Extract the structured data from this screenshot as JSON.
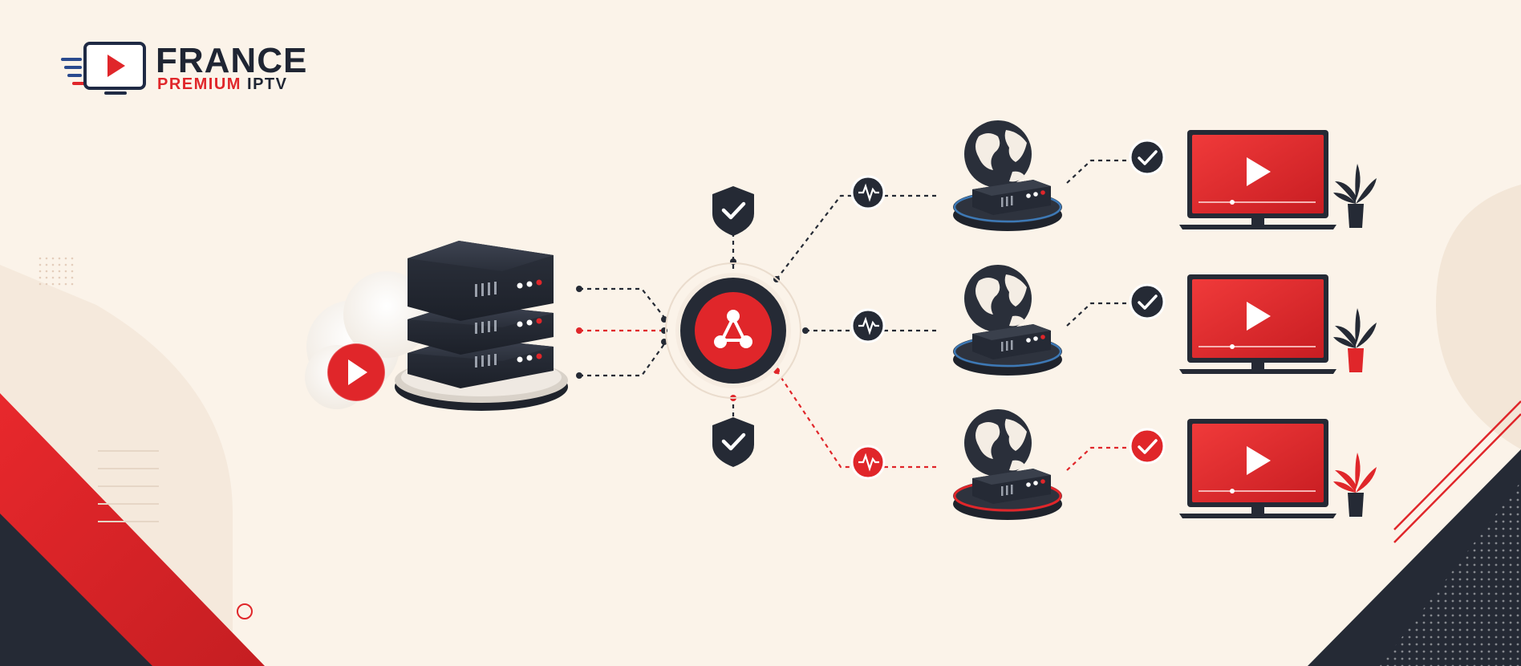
{
  "brand": {
    "name": "FRANCE",
    "tagline_red": "PREMIUM",
    "tagline_dark": "IPTV"
  },
  "colors": {
    "background": "#fbf3e9",
    "accent_red": "#e0262a",
    "dark": "#252a35",
    "status_blue": "#3d79b6"
  },
  "diagram": {
    "source": {
      "icon": "play-icon",
      "hardware": "server-stack-icon",
      "backdrop": "cloud-icon"
    },
    "hub": {
      "icon": "network-nodes-icon"
    },
    "security": [
      {
        "icon": "shield-check-icon"
      },
      {
        "icon": "shield-check-icon"
      }
    ],
    "nodes": [
      {
        "monitor_icon": "pulse-icon",
        "server_icon": "globe-server-icon",
        "ring_color": "#3d79b6",
        "status_icon": "check-icon",
        "device_icon": "tv-icon",
        "plant_color": "#252a35"
      },
      {
        "monitor_icon": "pulse-icon",
        "server_icon": "globe-server-icon",
        "ring_color": "#3d79b6",
        "status_icon": "check-icon",
        "device_icon": "tv-icon",
        "plant_color": "#252a35"
      },
      {
        "monitor_icon": "pulse-icon",
        "server_icon": "globe-server-icon",
        "ring_color": "#e0262a",
        "status_icon": "check-icon",
        "device_icon": "tv-icon",
        "plant_color": "#e0262a"
      }
    ]
  }
}
